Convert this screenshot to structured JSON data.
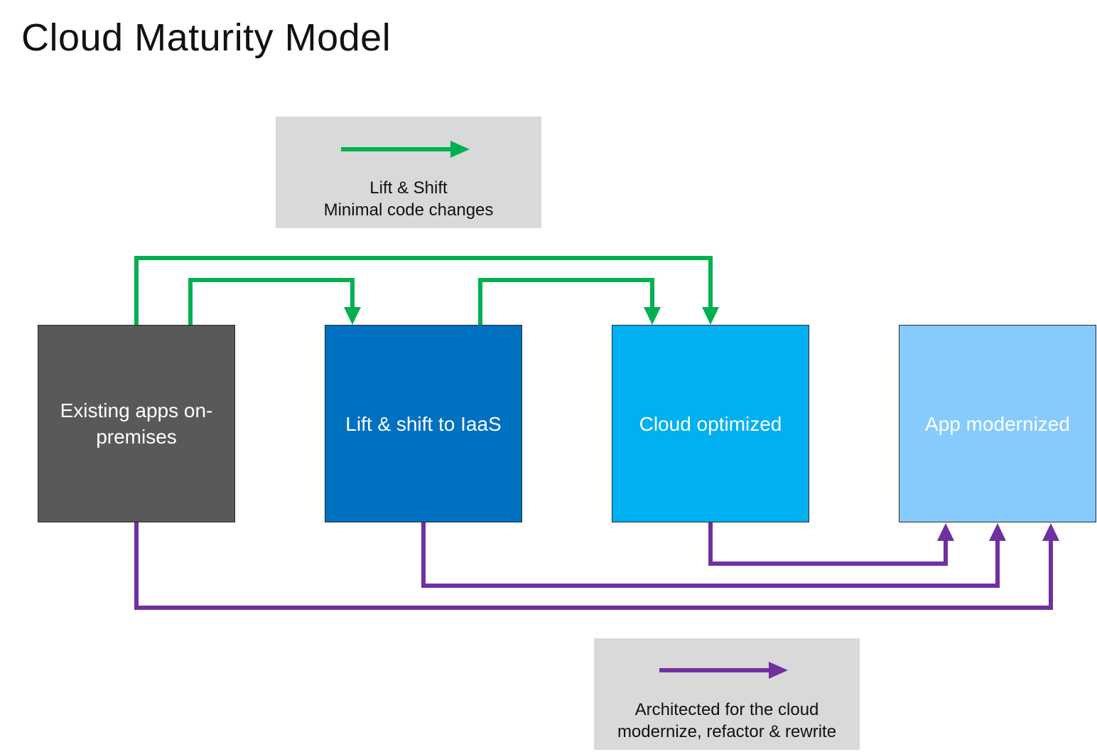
{
  "title": "Cloud Maturity Model",
  "legends": {
    "lift_shift": {
      "line1": "Lift & Shift",
      "line2": "Minimal code changes",
      "color": "#00b050"
    },
    "architected": {
      "line1": "Architected for the cloud",
      "line2": "modernize, refactor & rewrite",
      "color": "#7030a0"
    }
  },
  "stages": [
    {
      "label": "Existing apps on-premises",
      "color": "#595959"
    },
    {
      "label": "Lift & shift to IaaS",
      "color": "#0070c0"
    },
    {
      "label": "Cloud optimized",
      "color": "#00b0f0"
    },
    {
      "label": "App modernized",
      "color": "#87cbfc"
    }
  ]
}
